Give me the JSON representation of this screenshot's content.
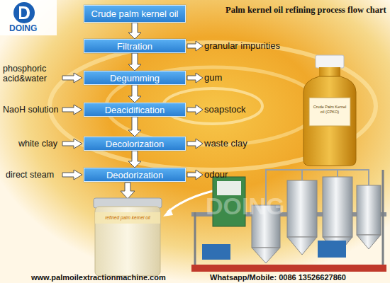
{
  "diagram": {
    "title": "Palm kernel oil refining process flow chart",
    "nodes": [
      {
        "text": [
          "Crude palm kernel oil"
        ]
      },
      {
        "text": [
          "Filtration"
        ]
      },
      {
        "text": [
          "Degumming"
        ]
      },
      {
        "text": [
          "Deacidification"
        ]
      },
      {
        "text": [
          "Decolorization"
        ]
      },
      {
        "text": [
          "Deodorization"
        ]
      }
    ],
    "edges": [
      {
        "from": 0,
        "to": 1,
        "arrow": "to"
      },
      {
        "from": 1,
        "to": 2,
        "arrow": "to"
      },
      {
        "from": 2,
        "to": 3,
        "arrow": "to"
      },
      {
        "from": 3,
        "to": 4,
        "arrow": "to"
      },
      {
        "from": 4,
        "to": 5,
        "arrow": "to"
      }
    ],
    "labels": [
      "granular impurities",
      "gum",
      "soapstock",
      "waste clay",
      "odour",
      "phosphoric acid&water",
      "NaoH solution",
      "white clay",
      "direct steam",
      "DOING",
      "DOING",
      "Crude Palm Kernel oil (CPKO)",
      "refined palm kernel oil",
      "www.palmoilextractionmachine.com",
      "Whatsapp/Mobile: 0086 13526627860"
    ]
  }
}
